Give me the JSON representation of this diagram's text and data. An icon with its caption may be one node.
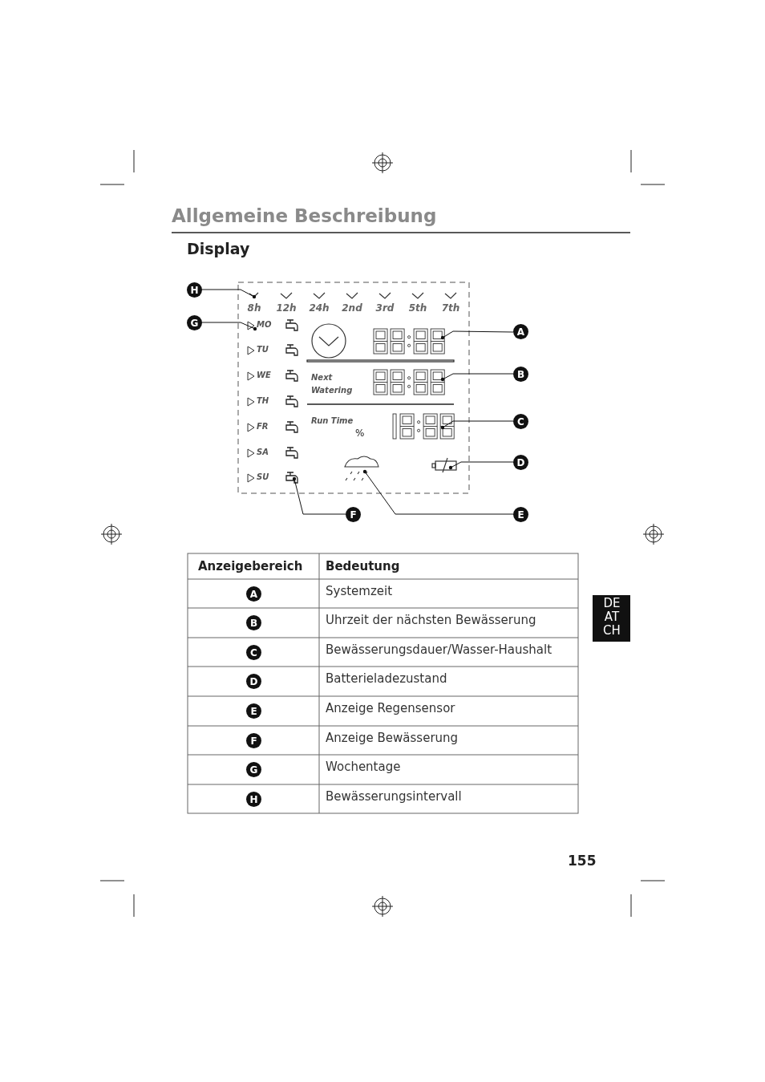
{
  "diagram": {
    "title": "Allgemeine Beschreibung",
    "nodes": [
      {
        "text": [
          "H"
        ]
      },
      {
        "text": [],
        "shape": "picture"
      },
      {
        "text": [
          "G"
        ]
      },
      {
        "text": [],
        "shape": "picture"
      },
      {
        "text": [
          "A"
        ]
      },
      {
        "text": [],
        "shape": "box"
      },
      {
        "text": [
          "B"
        ]
      },
      {
        "text": [],
        "shape": "box"
      },
      {
        "text": [
          "C"
        ]
      },
      {
        "text": [],
        "shape": "box"
      },
      {
        "text": [
          "D"
        ]
      },
      {
        "text": [],
        "shape": "box"
      },
      {
        "text": [
          "F"
        ]
      },
      {
        "text": [],
        "shape": "picture"
      },
      {
        "text": [
          "E"
        ]
      },
      {
        "text": [],
        "shape": "cloud"
      },
      {
        "text": [
          "A"
        ]
      },
      {
        "text": [
          "B"
        ]
      },
      {
        "text": [
          "C"
        ]
      },
      {
        "text": [
          "D"
        ]
      },
      {
        "text": [
          "E"
        ]
      },
      {
        "text": [
          "F"
        ]
      },
      {
        "text": [
          "G"
        ]
      },
      {
        "text": [
          "H"
        ]
      }
    ],
    "edges": [
      {
        "from": 0,
        "to": 1,
        "arrow": "other"
      },
      {
        "from": 2,
        "to": 3,
        "arrow": "other"
      },
      {
        "from": 4,
        "to": 5,
        "arrow": "other"
      },
      {
        "from": 6,
        "to": 7,
        "arrow": "other"
      },
      {
        "from": 8,
        "to": 9,
        "arrow": "other"
      },
      {
        "from": 10,
        "to": 11,
        "arrow": "other"
      },
      {
        "from": 12,
        "to": 13,
        "arrow": "other"
      },
      {
        "from": 14,
        "to": 15,
        "arrow": "other"
      }
    ],
    "labels": [
      "Display",
      "8h",
      "12h",
      "24h",
      "2nd",
      "3rd",
      "5th",
      "7th",
      "MO",
      "TU",
      "WE",
      "TH",
      "FR",
      "SA",
      "SU",
      "Next Watering",
      "Run Time",
      "%",
      "Anzeigebereich",
      "Bedeutung",
      "Systemzeit",
      "Uhrzeit der nächsten Bewässerung",
      "Bewässerungsdauer/Wasser-Haushalt",
      "Batterieladezustand",
      "Anzeige Regensensor",
      "Anzeige Bewässerung",
      "Wochentage",
      "Bewässerungsintervall",
      "DE AT CH",
      "155"
    ]
  }
}
